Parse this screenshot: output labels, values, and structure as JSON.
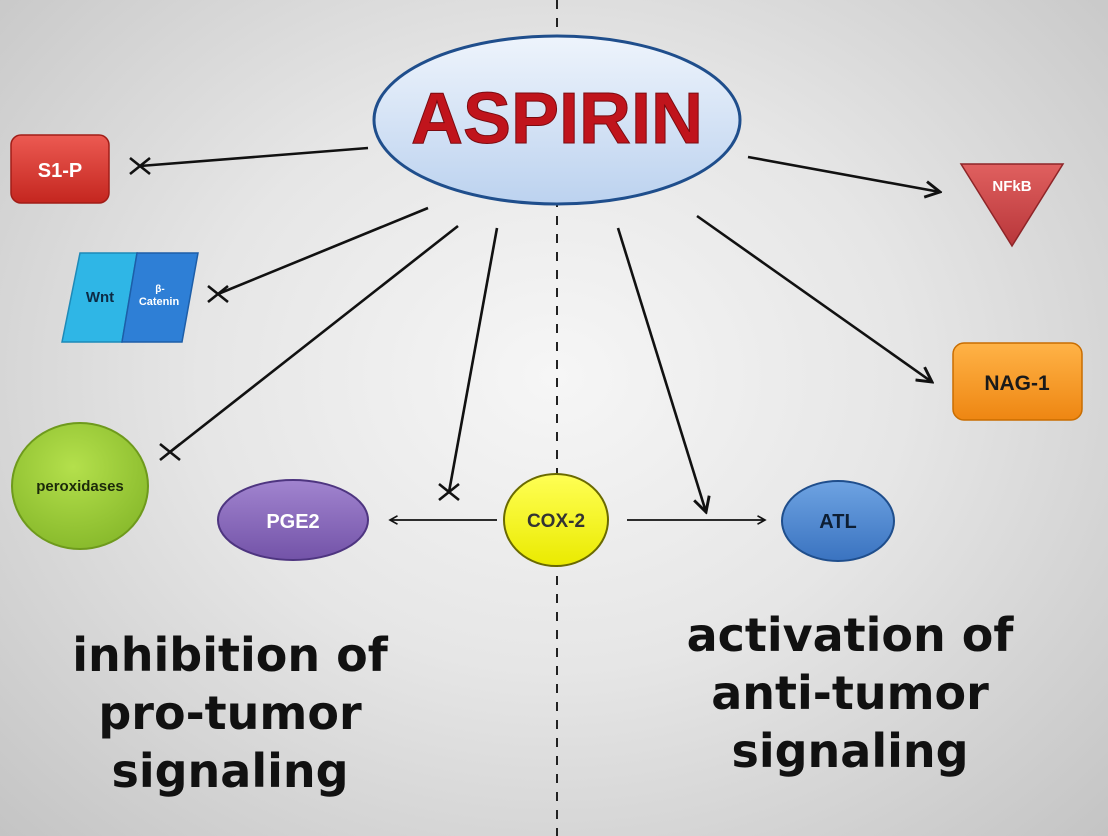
{
  "central": {
    "label": "ASPIRIN",
    "text_color": "#c0141c",
    "fill": "#cfe0f6"
  },
  "nodes": {
    "s1p": {
      "label": "S1-P",
      "color": "#d9332d"
    },
    "wnt": {
      "label": "Wnt",
      "color": "#2fb6e6"
    },
    "catenin": {
      "label_line1": "β-",
      "label_line2": "Catenin",
      "color": "#2e7fd6"
    },
    "peroxidases": {
      "label": "peroxidases",
      "color": "#9acd32"
    },
    "pge2": {
      "label": "PGE2",
      "color": "#8a68b8"
    },
    "cox2": {
      "label": "COX-2",
      "color": "#ffff00"
    },
    "atl": {
      "label": "ATL",
      "color": "#4a86d0"
    },
    "nfkb": {
      "label": "NFkB",
      "color": "#d4474a"
    },
    "nag1": {
      "label": "NAG-1",
      "color": "#f7941d"
    }
  },
  "edges": [
    {
      "from": "ASPIRIN",
      "to": "S1-P",
      "type": "inhibition"
    },
    {
      "from": "ASPIRIN",
      "to": "Wnt/β-Catenin",
      "type": "inhibition"
    },
    {
      "from": "ASPIRIN",
      "to": "peroxidases",
      "type": "inhibition"
    },
    {
      "from": "ASPIRIN",
      "to": "COX-2→PGE2",
      "type": "inhibition"
    },
    {
      "from": "ASPIRIN",
      "to": "COX-2→ATL",
      "type": "activation"
    },
    {
      "from": "ASPIRIN",
      "to": "NFkB",
      "type": "activation"
    },
    {
      "from": "ASPIRIN",
      "to": "NAG-1",
      "type": "activation"
    },
    {
      "from": "COX-2",
      "to": "PGE2",
      "type": "activation"
    },
    {
      "from": "COX-2",
      "to": "ATL",
      "type": "activation"
    }
  ],
  "captions": {
    "left": [
      "inhibition of",
      "pro-tumor",
      "signaling"
    ],
    "right": [
      "activation of",
      "anti-tumor",
      "signaling"
    ]
  }
}
